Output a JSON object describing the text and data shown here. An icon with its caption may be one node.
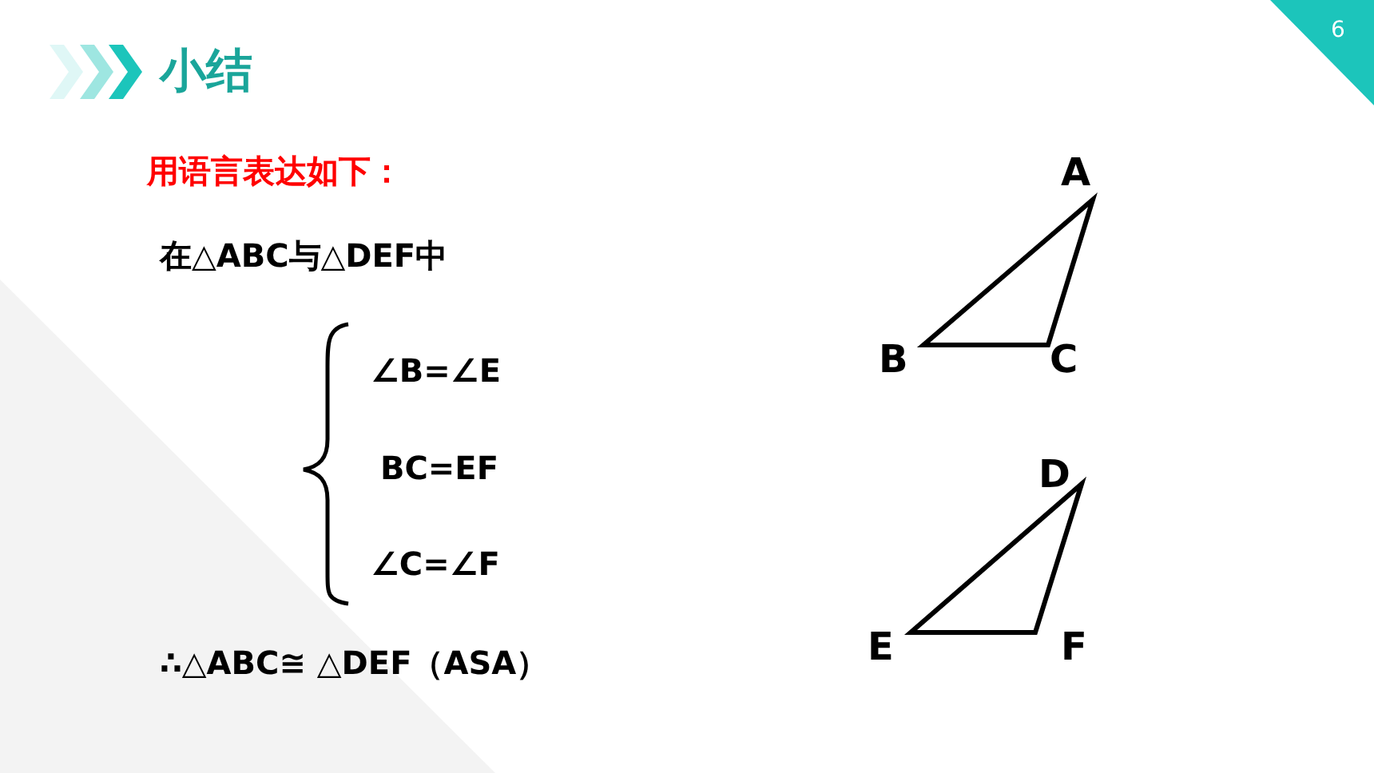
{
  "diagram": {
    "title": "小结",
    "labels": [
      "6",
      "用语言表达如下：",
      "A",
      "在△ABC与△DEF中",
      "∠B=∠E",
      "B",
      "C",
      "BC=EF",
      "D",
      "∠C=∠F",
      "∴△ABC≅ △DEF（ASA）",
      "E",
      "F"
    ]
  }
}
